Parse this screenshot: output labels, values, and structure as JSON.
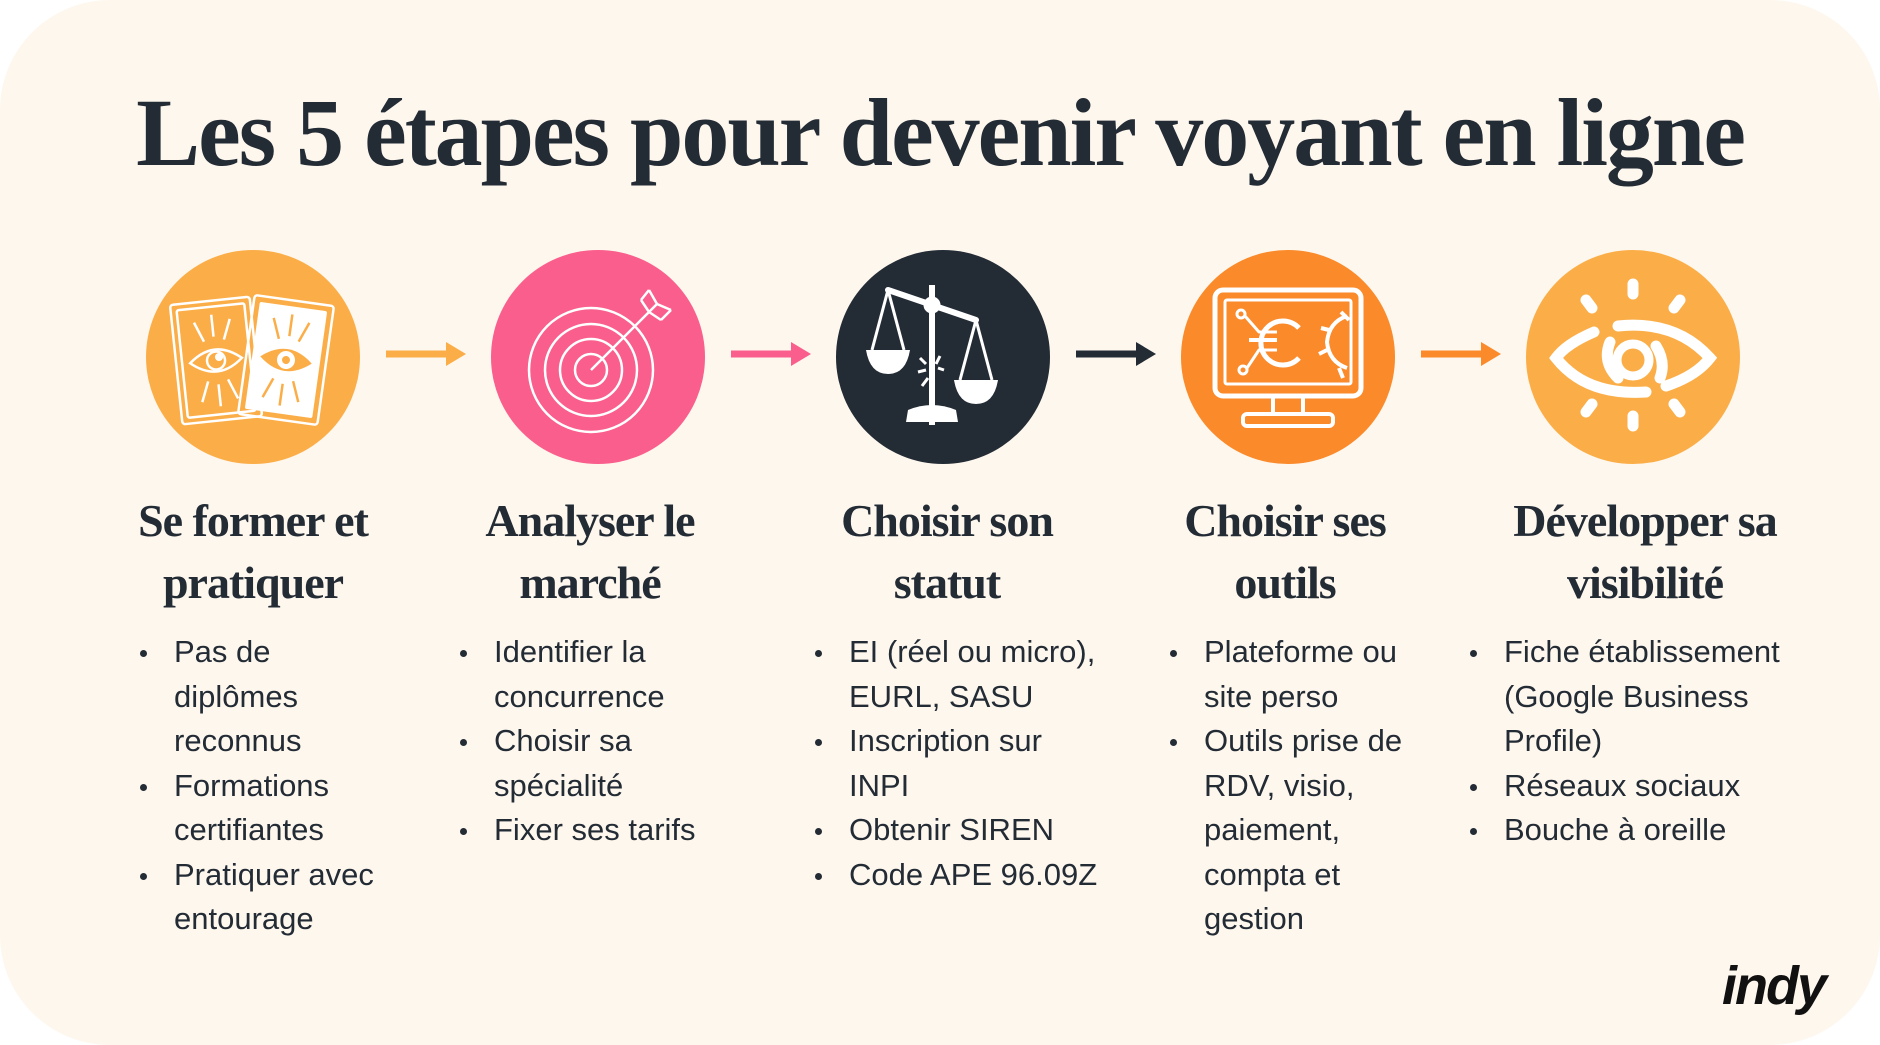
{
  "title": "Les 5 étapes pour devenir voyant en ligne",
  "colors": {
    "background": "#FEF7EE",
    "text": "#232B35",
    "step1": "#FBAE48",
    "step2": "#F95E8C",
    "step3": "#232B35",
    "step4": "#FA8A2A",
    "step5": "#FBAE48"
  },
  "steps": [
    {
      "icon": "tarot-cards-eye-icon",
      "heading_line1": "Se former et",
      "heading_line2": "pratiquer",
      "bullets": [
        "Pas de diplômes reconnus",
        "Formations certifiantes",
        "Pratiquer avec entourage"
      ]
    },
    {
      "icon": "target-arrow-icon",
      "heading_line1": "Analyser le",
      "heading_line2": "marché",
      "bullets": [
        " Identifier la concurrence",
        "Choisir sa spécialité",
        "Fixer ses tarifs"
      ]
    },
    {
      "icon": "broken-scales-icon",
      "heading_line1": "Choisir son",
      "heading_line2": "statut",
      "bullets": [
        "EI (réel ou micro), EURL, SASU",
        "Inscription sur INPI",
        "Obtenir SIREN",
        "Code APE 96.09Z"
      ]
    },
    {
      "icon": "monitor-tools-icon",
      "heading_line1": "Choisir ses",
      "heading_line2": "outils",
      "bullets": [
        "Plateforme ou site perso",
        "Outils prise de RDV, visio, paiement, compta et gestion"
      ]
    },
    {
      "icon": "eye-icon",
      "heading_line1": "Développer sa",
      "heading_line2": "visibilité",
      "bullets": [
        "Fiche établissement (Google Business Profile)",
        "Réseaux sociaux",
        "Bouche à oreille"
      ]
    }
  ],
  "arrows": [
    {
      "color": "#FBAE48"
    },
    {
      "color": "#F95E8C"
    },
    {
      "color": "#232B35"
    },
    {
      "color": "#FA8A2A"
    }
  ],
  "logo": "indy"
}
